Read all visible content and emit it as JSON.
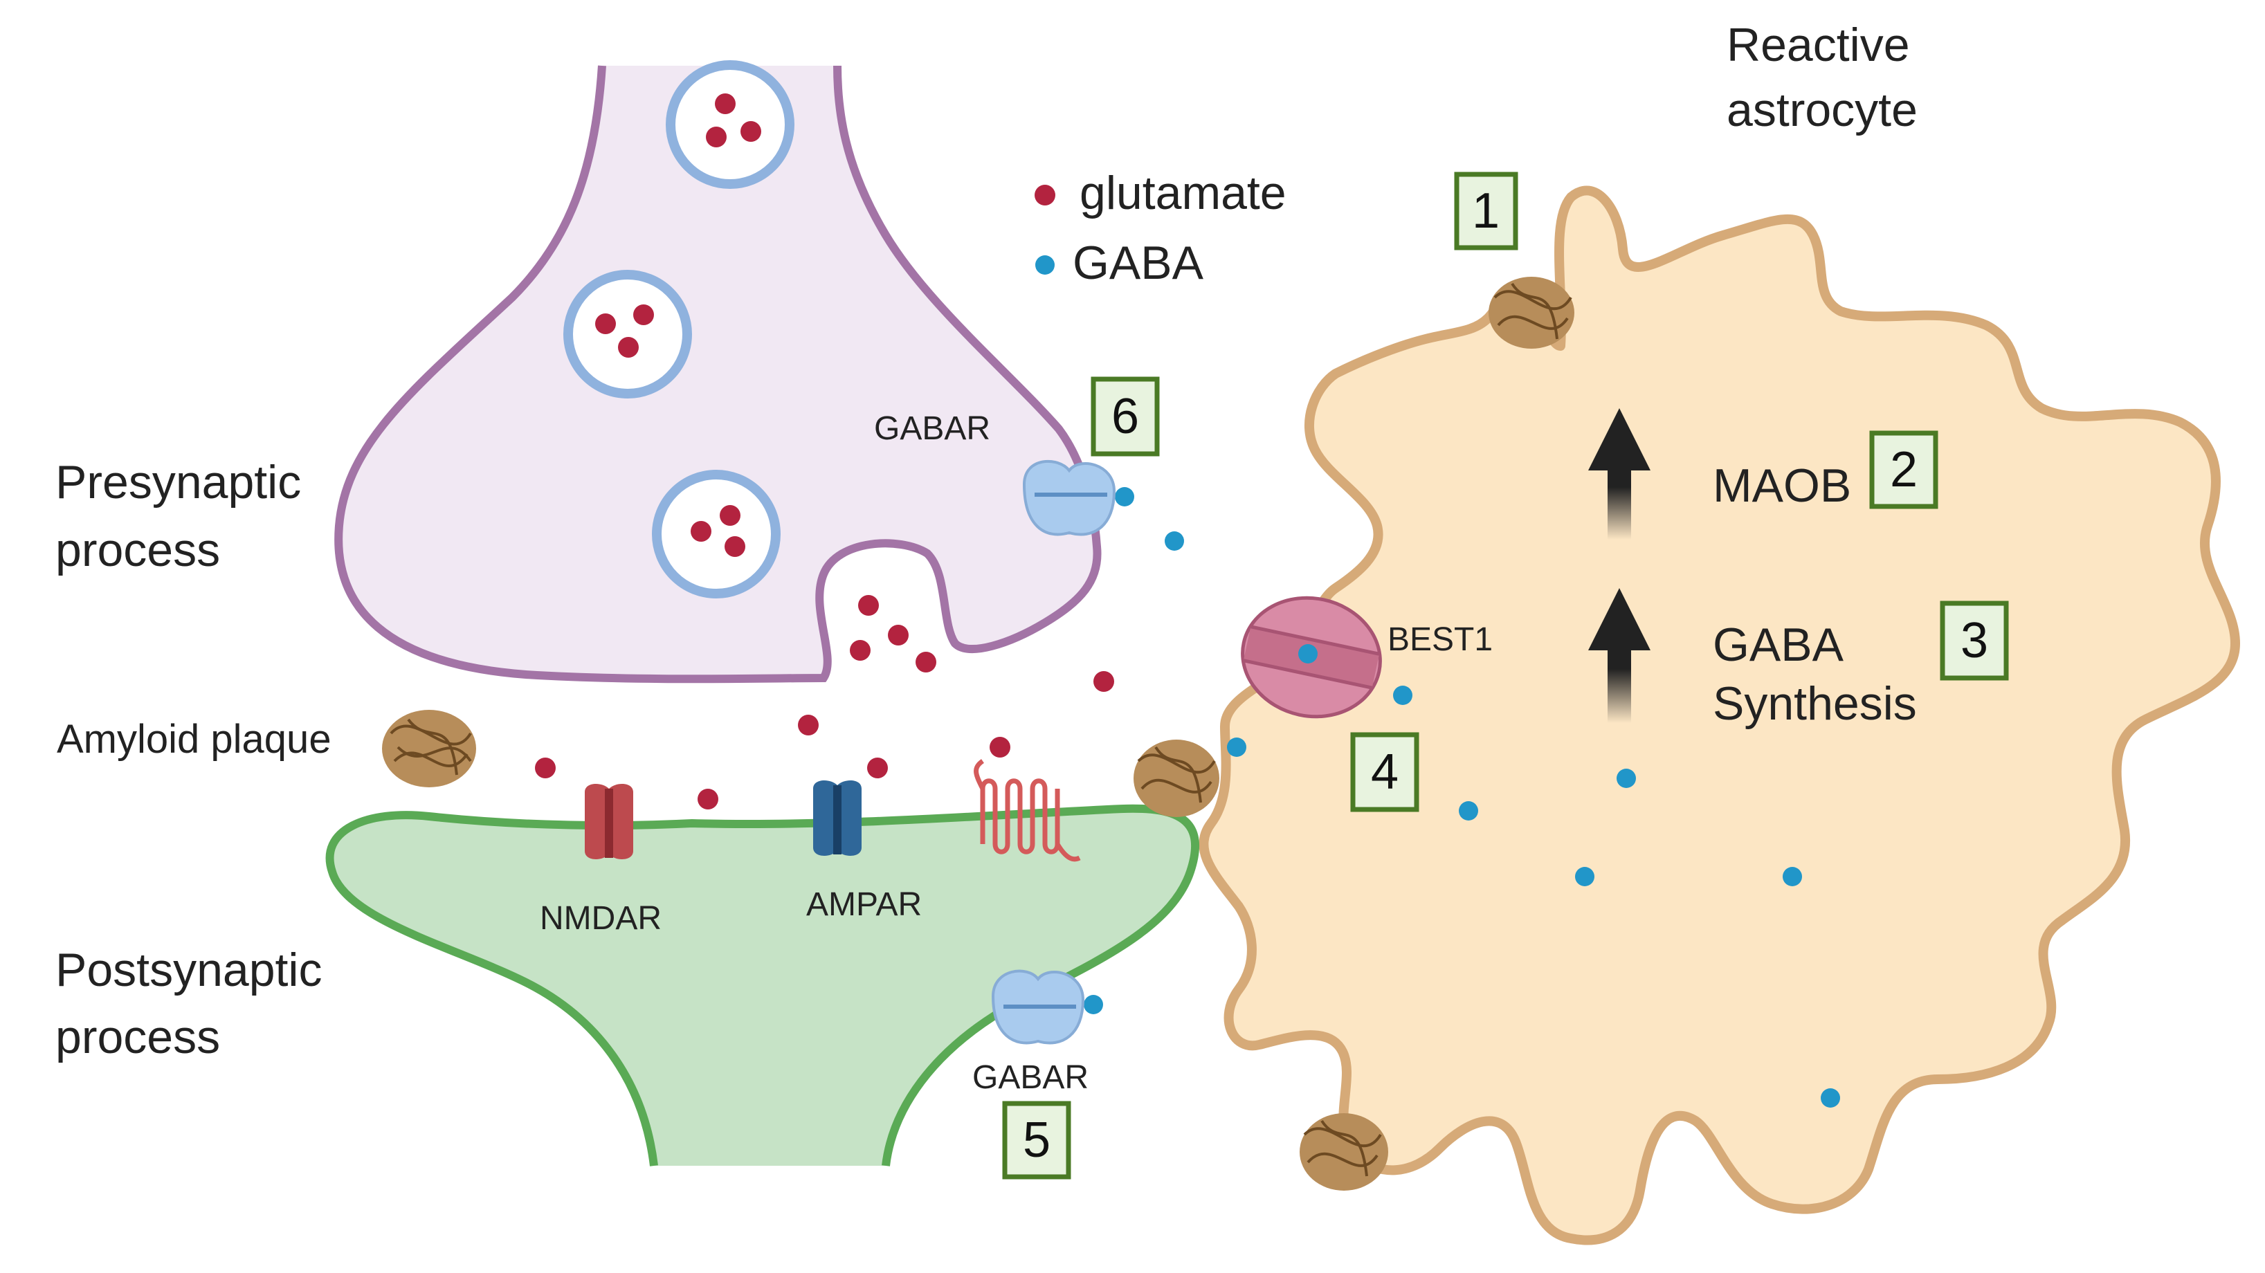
{
  "labels": {
    "reactive_astrocyte_line1": "Reactive",
    "reactive_astrocyte_line2": "astrocyte",
    "presynaptic_line1": "Presynaptic",
    "presynaptic_line2": "process",
    "postsynaptic_line1": "Postsynaptic",
    "postsynaptic_line2": "process",
    "amyloid_plaque": "Amyloid plaque",
    "gabar_top": "GABAR",
    "gabar_bottom": "GABAR",
    "nmdar": "NMDAR",
    "ampar": "AMPAR",
    "best1": "BEST1",
    "maob": "MAOB",
    "gaba_synthesis_line1": "GABA",
    "gaba_synthesis_line2": "Synthesis"
  },
  "legend": {
    "glutamate": "glutamate",
    "gaba": "GABA"
  },
  "badges": {
    "b1": "1",
    "b2": "2",
    "b3": "3",
    "b4": "4",
    "b5": "5",
    "b6": "6"
  },
  "colors": {
    "presynaptic_fill": "#f1e8f3",
    "presynaptic_stroke": "#a374a6",
    "postsynaptic_fill": "#c6e3c6",
    "postsynaptic_stroke": "#5aaa55",
    "astrocyte_fill": "#fce6c4",
    "astrocyte_stroke": "#d6aa78",
    "glutamate": "#b3233f",
    "gaba": "#2196c9",
    "vesicle_ring": "#8fb2de",
    "receptor_gabar": "#a9cbee",
    "receptor_nmdar": "#bd4a4e",
    "receptor_ampar": "#2f6799",
    "best1_channel": "#c56f8b",
    "plaque": "#9a6a36",
    "arrow": "#222222",
    "badge_border": "#4a7a25",
    "badge_fill": "#e8f3df"
  }
}
